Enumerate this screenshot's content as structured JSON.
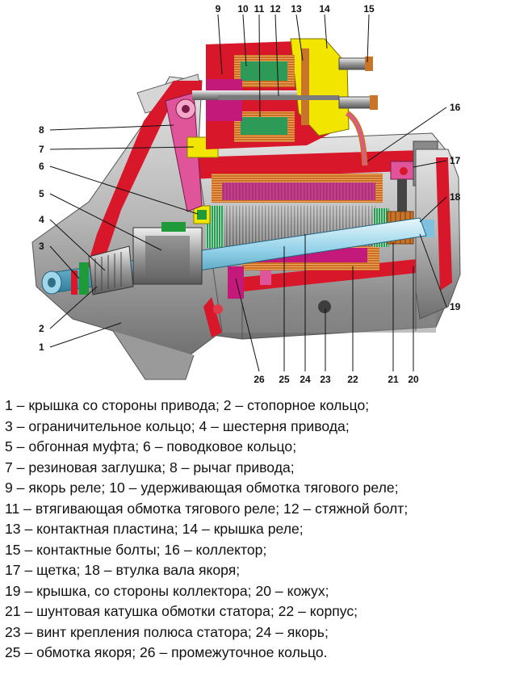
{
  "callout_numbers": {
    "n1": "1",
    "n2": "2",
    "n3": "3",
    "n4": "4",
    "n5": "5",
    "n6": "6",
    "n7": "7",
    "n8": "8",
    "n9": "9",
    "n10": "10",
    "n11": "11",
    "n12": "12",
    "n13": "13",
    "n14": "14",
    "n15": "15",
    "n16": "16",
    "n17": "17",
    "n18": "18",
    "n19": "19",
    "n20": "20",
    "n21": "21",
    "n22": "22",
    "n23": "23",
    "n24": "24",
    "n25": "25",
    "n26": "26"
  },
  "legend_lines": [
    "1 – крышка со стороны привода; 2 – стопорное кольцо;",
    "3 – ограничительное кольцо; 4 – шестерня привода;",
    "5 – обгонная муфта; 6 – поводковое кольцо;",
    "7 – резиновая заглушка; 8 – рычаг привода;",
    "9 – якорь реле; 10 – удерживающая обмотка тягового реле;",
    "11 – втягивающая обмотка тягового реле; 12 – стяжной болт;",
    "13 – контактная пластина; 14 – крышка реле;",
    "15 – контактные болты; 16 – коллектор;",
    "17 – щетка; 18 – втулка вала якоря;",
    "19 – крышка, со стороны коллектора; 20 – кожух;",
    "21 – шунтовая катушка обмотки статора; 22 – корпус;",
    "23 – винт крепления полюса статора; 24 – якорь;",
    "25 – обмотка якоря; 26 – промежуточное кольцо."
  ],
  "colors": {
    "housing": "#bfbfbf",
    "housing_dark": "#7d7d7d",
    "cutaway_red": "#d8182a",
    "magenta": "#c2197a",
    "pink": "#e0559a",
    "yellow": "#f2e600",
    "copper": "#c8742a",
    "shaft": "#9fd6ea",
    "green": "#1f9a3a"
  }
}
